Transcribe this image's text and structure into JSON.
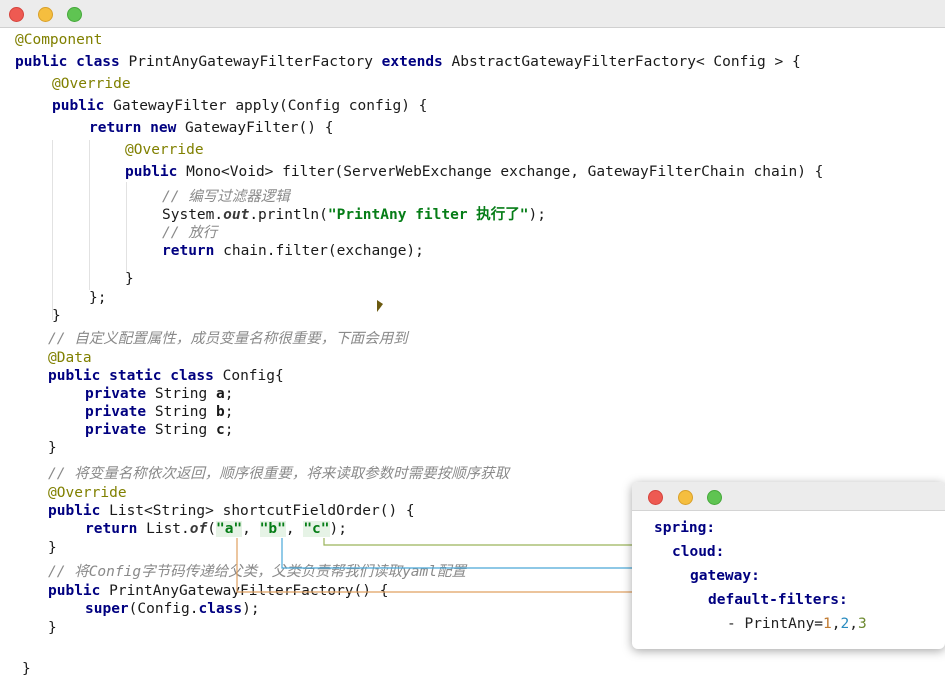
{
  "code": {
    "lines": [
      {
        "y": 0,
        "segs": [
          {
            "t": "@Component",
            "c": "ann"
          }
        ]
      },
      {
        "y": 0,
        "segs": [
          {
            "t": "public class ",
            "c": "kw"
          },
          {
            "t": "PrintAnyGatewayFilterFactory ",
            "c": ""
          },
          {
            "t": "extends ",
            "c": "kw"
          },
          {
            "t": "AbstractGatewayFilterFactory< Config > {",
            "c": ""
          }
        ]
      },
      {
        "y": 0,
        "segs": [
          {
            "t": "@Override",
            "c": "ann"
          }
        ]
      },
      {
        "y": 0,
        "segs": [
          {
            "t": "public ",
            "c": "kw"
          },
          {
            "t": "GatewayFilter apply(Config config) {",
            "c": ""
          }
        ]
      },
      {
        "y": 0,
        "segs": [
          {
            "t": "return new ",
            "c": "kw"
          },
          {
            "t": "GatewayFilter() {",
            "c": ""
          }
        ]
      },
      {
        "y": 0,
        "segs": [
          {
            "t": "@Override",
            "c": "ann"
          }
        ]
      },
      {
        "y": 0,
        "segs": [
          {
            "t": "public ",
            "c": "kw"
          },
          {
            "t": "Mono<Void> filter(ServerWebExchange exchange, GatewayFilterChain chain) {",
            "c": ""
          }
        ]
      },
      {
        "y": 0,
        "segs": [
          {
            "t": "// 编写过滤器逻辑",
            "c": "cm"
          }
        ]
      },
      {
        "y": 0,
        "segs": [
          {
            "t": "System.",
            "c": ""
          },
          {
            "t": "out",
            "c": "it"
          },
          {
            "t": ".println(",
            "c": ""
          },
          {
            "t": "\"PrintAny filter 执行了\"",
            "c": "st"
          },
          {
            "t": ");",
            "c": ""
          }
        ]
      },
      {
        "y": 0,
        "segs": [
          {
            "t": "// 放行",
            "c": "cm"
          }
        ]
      },
      {
        "y": 0,
        "segs": [
          {
            "t": "return ",
            "c": "kw"
          },
          {
            "t": "chain.filter(exchange);",
            "c": ""
          }
        ]
      },
      {
        "y": 0,
        "segs": [
          {
            "t": "}",
            "c": ""
          }
        ]
      },
      {
        "y": 0,
        "segs": [
          {
            "t": "};",
            "c": ""
          }
        ]
      },
      {
        "y": 0,
        "segs": [
          {
            "t": "}",
            "c": ""
          }
        ]
      },
      {
        "y": 0,
        "segs": [
          {
            "t": "// 自定义配置属性，成员变量名称很重要，下面会用到",
            "c": "cm"
          }
        ]
      },
      {
        "y": 0,
        "segs": [
          {
            "t": "@Data",
            "c": "ann"
          }
        ]
      },
      {
        "y": 0,
        "segs": [
          {
            "t": "public static class ",
            "c": "kw"
          },
          {
            "t": "Config{",
            "c": ""
          }
        ]
      },
      {
        "y": 0,
        "segs": [
          {
            "t": "private ",
            "c": "kw"
          },
          {
            "t": "String ",
            "c": ""
          },
          {
            "t": "a",
            "c": "bold"
          },
          {
            "t": ";",
            "c": ""
          }
        ]
      },
      {
        "y": 0,
        "segs": [
          {
            "t": "private ",
            "c": "kw"
          },
          {
            "t": "String ",
            "c": ""
          },
          {
            "t": "b",
            "c": "bold"
          },
          {
            "t": ";",
            "c": ""
          }
        ]
      },
      {
        "y": 0,
        "segs": [
          {
            "t": "private ",
            "c": "kw"
          },
          {
            "t": "String ",
            "c": ""
          },
          {
            "t": "c",
            "c": "bold"
          },
          {
            "t": ";",
            "c": ""
          }
        ]
      },
      {
        "y": 0,
        "segs": [
          {
            "t": "}",
            "c": ""
          }
        ]
      },
      {
        "y": 0,
        "segs": [
          {
            "t": "// 将变量名称依次返回，顺序很重要，将来读取参数时需要按顺序获取",
            "c": "cm"
          }
        ]
      },
      {
        "y": 0,
        "segs": [
          {
            "t": "@Override",
            "c": "ann"
          }
        ]
      },
      {
        "y": 0,
        "segs": [
          {
            "t": "public ",
            "c": "kw"
          },
          {
            "t": "List<String> shortcutFieldOrder() {",
            "c": ""
          }
        ]
      },
      {
        "y": 0,
        "segs": [
          {
            "t": "return ",
            "c": "kw"
          },
          {
            "t": "List.",
            "c": ""
          },
          {
            "t": "of",
            "c": "it"
          },
          {
            "t": "(",
            "c": ""
          },
          {
            "t": "\"a\"",
            "c": "st hl"
          },
          {
            "t": ", ",
            "c": ""
          },
          {
            "t": "\"b\"",
            "c": "st hl"
          },
          {
            "t": ", ",
            "c": ""
          },
          {
            "t": "\"c\"",
            "c": "st hl"
          },
          {
            "t": ");",
            "c": ""
          }
        ]
      },
      {
        "y": 0,
        "segs": [
          {
            "t": "}",
            "c": ""
          }
        ]
      },
      {
        "y": 0,
        "segs": [
          {
            "t": "// 将Config字节码传递给父类，父类负责帮我们读取yaml配置",
            "c": "cm"
          }
        ]
      },
      {
        "y": 0,
        "segs": [
          {
            "t": "public ",
            "c": "kw"
          },
          {
            "t": "PrintAnyGatewayFilterFactory() {",
            "c": ""
          }
        ]
      },
      {
        "y": 0,
        "segs": [
          {
            "t": "super",
            "c": "kw"
          },
          {
            "t": "(Config.",
            "c": ""
          },
          {
            "t": "class",
            "c": "kw"
          },
          {
            "t": ");",
            "c": ""
          }
        ]
      },
      {
        "y": 0,
        "segs": [
          {
            "t": "}",
            "c": ""
          }
        ]
      },
      {
        "y": 0,
        "segs": [
          {
            "t": "}",
            "c": ""
          }
        ]
      }
    ]
  },
  "yaml": {
    "spring": "spring:",
    "cloud": "cloud:",
    "gateway": "gateway:",
    "default_filters": "default-filters:",
    "item_prefix": "- PrintAny=",
    "v1": "1",
    "comma1": ",",
    "v2": "2",
    "comma2": ",",
    "v3": "3"
  },
  "colors": {
    "link_a": "#e0a060",
    "link_b": "#4aa8d8",
    "link_c": "#9ab45a"
  }
}
